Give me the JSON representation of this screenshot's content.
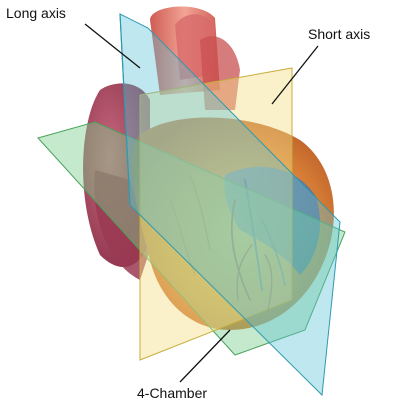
{
  "labels": {
    "long_axis": "Long axis",
    "short_axis": "Short axis",
    "four_chamber": "4-Chamber"
  },
  "colors": {
    "long_axis_plane": "#5fc3d6",
    "short_axis_plane": "#f3df8a",
    "four_chamber_plane": "#7fcf8f",
    "myocardium": "#e08a3a",
    "atria": "#b0465e",
    "vessels_blue": "#4a78b8",
    "vessels_red": "#d14a3c"
  },
  "icons": {
    "illustration": "heart-anatomy-illustration"
  }
}
